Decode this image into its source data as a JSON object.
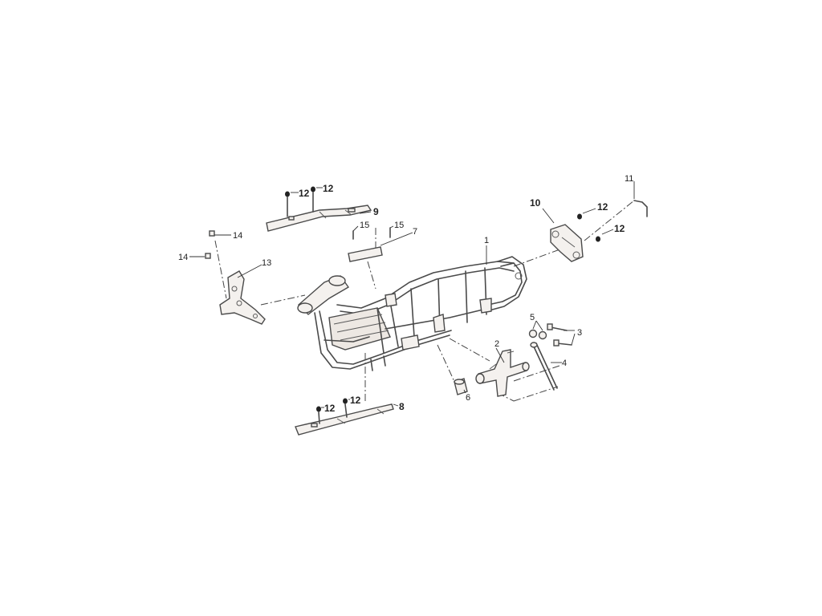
{
  "labels": {
    "p1": "1",
    "p2": "2",
    "p3": "3",
    "p4": "4",
    "p5": "5",
    "p6": "6",
    "p7": "7",
    "p8": "8",
    "p9": "9",
    "p10": "10",
    "p11": "11",
    "p12a": "12",
    "p12b": "12",
    "p12c": "12",
    "p12d": "12",
    "p12e": "12",
    "p12f": "12",
    "p13": "13",
    "p14a": "14",
    "p14b": "14",
    "p15a": "15",
    "p15b": "15"
  }
}
